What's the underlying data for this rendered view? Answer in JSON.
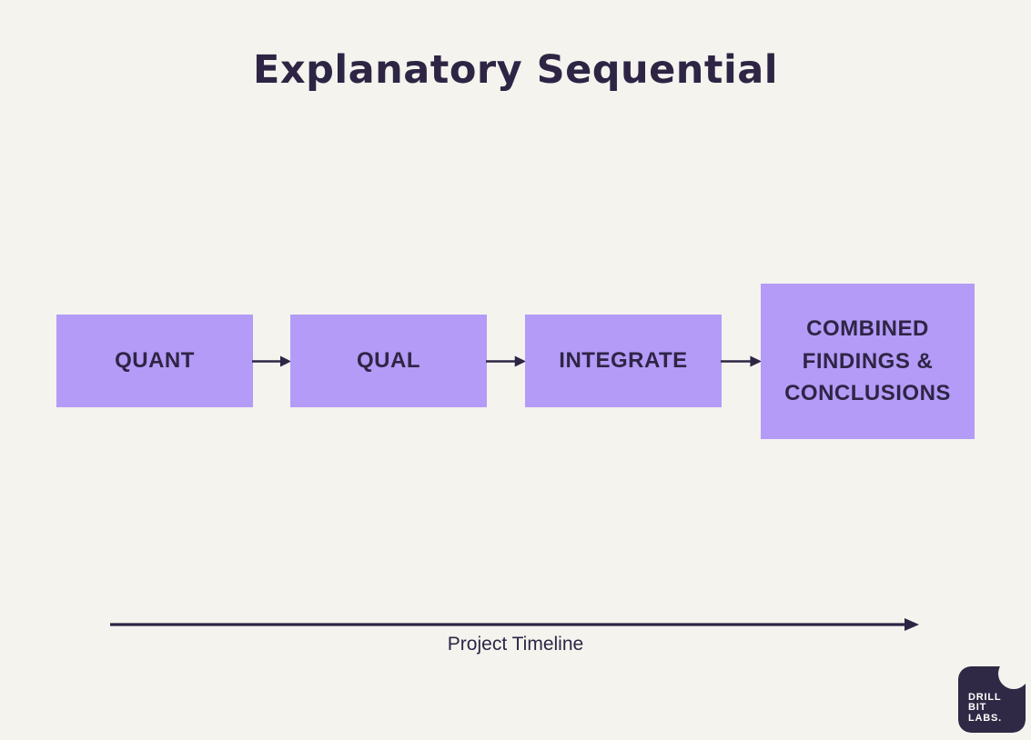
{
  "title": "Explanatory Sequential",
  "flow": {
    "steps": [
      {
        "label": "QUANT"
      },
      {
        "label": "QUAL"
      },
      {
        "label": "INTEGRATE"
      },
      {
        "label": "COMBINED FINDINGS & CONCLUSIONS"
      }
    ]
  },
  "timeline": {
    "label": "Project Timeline"
  },
  "logo": {
    "lines": [
      "DRILL",
      "BIT",
      "LABS."
    ]
  },
  "colors": {
    "background": "#f4f3ee",
    "box": "#b49bf8",
    "ink": "#2e2545",
    "logo_bg": "#302945",
    "logo_text": "#ffffff"
  }
}
